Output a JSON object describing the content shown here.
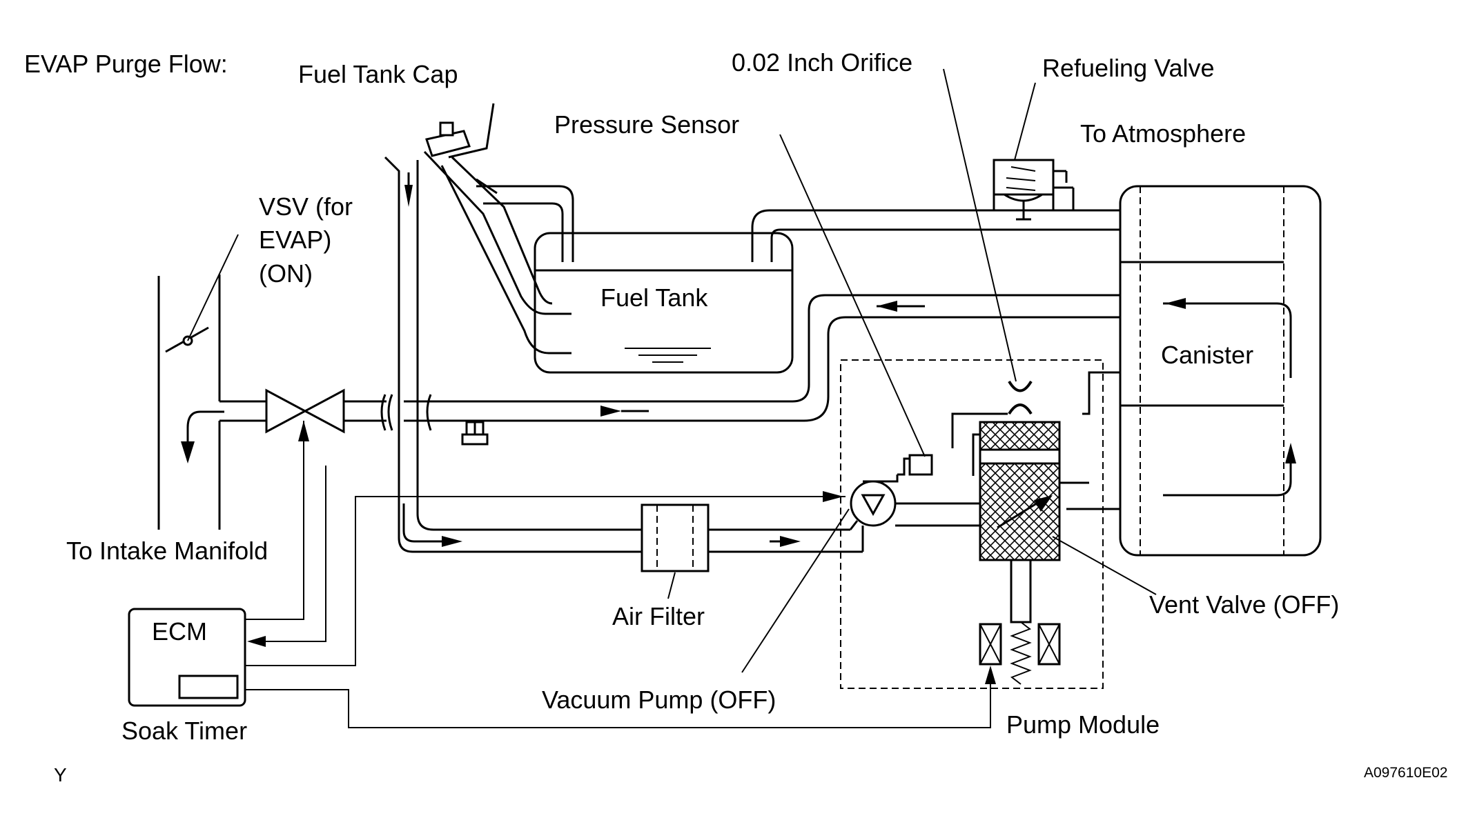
{
  "labels": {
    "title": "EVAP Purge Flow:",
    "fuel_tank_cap": "Fuel Tank Cap",
    "orifice": "0.02 Inch Orifice",
    "refueling_valve": "Refueling Valve",
    "pressure_sensor": "Pressure Sensor",
    "to_atmosphere": "To Atmosphere",
    "vsv_line1": "VSV (for",
    "vsv_line2": "EVAP)",
    "vsv_line3": "(ON)",
    "fuel_tank": "Fuel Tank",
    "canister": "Canister",
    "to_intake_manifold": "To Intake Manifold",
    "ecm": "ECM",
    "air_filter": "Air Filter",
    "vent_valve": "Vent Valve (OFF)",
    "vacuum_pump": "Vacuum Pump (OFF)",
    "soak_timer": "Soak Timer",
    "pump_module": "Pump Module",
    "corner_letter": "Y",
    "figure_code": "A097610E02"
  },
  "colors": {
    "line": "#000000",
    "background": "#ffffff"
  }
}
